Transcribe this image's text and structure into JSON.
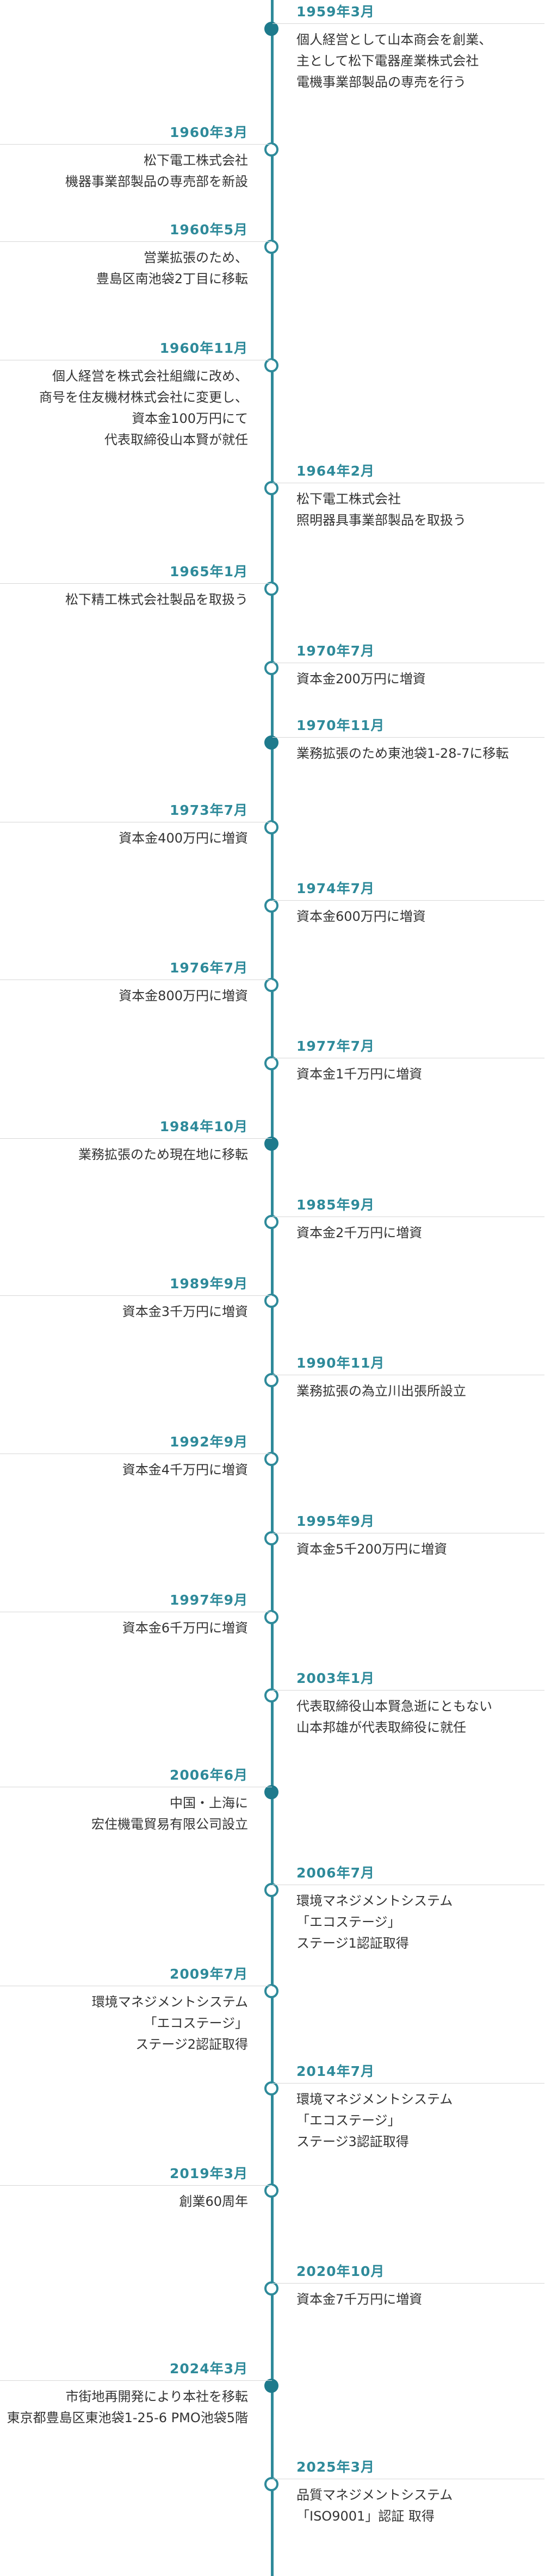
{
  "colors": {
    "accent": "#2e8a9a",
    "node_filled": "#1e7a8c",
    "rule": "#d7d7d7",
    "text": "#333333"
  },
  "events": [
    {
      "date": "1959年3月",
      "side": "right",
      "filled": true,
      "lines": [
        "個人経営として山本商会を創業、",
        "主として松下電器産業株式会社",
        "電機事業部製品の専売を行う"
      ]
    },
    {
      "date": "1960年3月",
      "side": "left",
      "filled": false,
      "lines": [
        "松下電工株式会社",
        "機器事業部製品の専売部を新設"
      ]
    },
    {
      "date": "1960年5月",
      "side": "left",
      "filled": false,
      "lines": [
        "営業拡張のため、",
        "豊島区南池袋2丁目に移転"
      ]
    },
    {
      "date": "1960年11月",
      "side": "left",
      "filled": false,
      "lines": [
        "個人経営を株式会社組織に改め、",
        "商号を住友機材株式会社に変更し、",
        "資本金100万円にて",
        "代表取締役山本賢が就任"
      ]
    },
    {
      "date": "1964年2月",
      "side": "right",
      "filled": false,
      "lines": [
        "松下電工株式会社",
        "照明器具事業部製品を取扱う"
      ]
    },
    {
      "date": "1965年1月",
      "side": "left",
      "filled": false,
      "lines": [
        "松下精工株式会社製品を取扱う"
      ]
    },
    {
      "date": "1970年7月",
      "side": "right",
      "filled": false,
      "lines": [
        "資本金200万円に増資"
      ]
    },
    {
      "date": "1970年11月",
      "side": "right",
      "filled": true,
      "lines": [
        "業務拡張のため東池袋1-28-7に移転"
      ]
    },
    {
      "date": "1973年7月",
      "side": "left",
      "filled": false,
      "lines": [
        "資本金400万円に増資"
      ]
    },
    {
      "date": "1974年7月",
      "side": "right",
      "filled": false,
      "lines": [
        "資本金600万円に増資"
      ]
    },
    {
      "date": "1976年7月",
      "side": "left",
      "filled": false,
      "lines": [
        "資本金800万円に増資"
      ]
    },
    {
      "date": "1977年7月",
      "side": "right",
      "filled": false,
      "lines": [
        "資本金1千万円に増資"
      ]
    },
    {
      "date": "1984年10月",
      "side": "left",
      "filled": true,
      "lines": [
        "業務拡張のため現在地に移転"
      ]
    },
    {
      "date": "1985年9月",
      "side": "right",
      "filled": false,
      "lines": [
        "資本金2千万円に増資"
      ]
    },
    {
      "date": "1989年9月",
      "side": "left",
      "filled": false,
      "lines": [
        "資本金3千万円に増資"
      ]
    },
    {
      "date": "1990年11月",
      "side": "right",
      "filled": false,
      "lines": [
        "業務拡張の為立川出張所設立"
      ]
    },
    {
      "date": "1992年9月",
      "side": "left",
      "filled": false,
      "lines": [
        "資本金4千万円に増資"
      ]
    },
    {
      "date": "1995年9月",
      "side": "right",
      "filled": false,
      "lines": [
        "資本金5千200万円に増資"
      ]
    },
    {
      "date": "1997年9月",
      "side": "left",
      "filled": false,
      "lines": [
        "資本金6千万円に増資"
      ]
    },
    {
      "date": "2003年1月",
      "side": "right",
      "filled": false,
      "lines": [
        "代表取締役山本賢急逝にともない",
        "山本邦雄が代表取締役に就任"
      ]
    },
    {
      "date": "2006年6月",
      "side": "left",
      "filled": true,
      "lines": [
        "中国・上海に",
        "宏住機電貿易有限公司設立"
      ]
    },
    {
      "date": "2006年7月",
      "side": "right",
      "filled": false,
      "lines": [
        "環境マネジメントシステム",
        "「エコステージ」",
        "ステージ1認証取得"
      ]
    },
    {
      "date": "2009年7月",
      "side": "left",
      "filled": false,
      "lines": [
        "環境マネジメントシステム",
        "「エコステージ」",
        "ステージ2認証取得"
      ]
    },
    {
      "date": "2014年7月",
      "side": "right",
      "filled": false,
      "lines": [
        "環境マネジメントシステム",
        "「エコステージ」",
        "ステージ3認証取得"
      ]
    },
    {
      "date": "2019年3月",
      "side": "left",
      "filled": false,
      "lines": [
        "創業60周年"
      ]
    },
    {
      "date": "2020年10月",
      "side": "right",
      "filled": false,
      "lines": [
        "資本金7千万円に増資"
      ]
    },
    {
      "date": "2024年3月",
      "side": "left",
      "filled": true,
      "lines": [
        "市街地再開発により本社を移転",
        "東京都豊島区東池袋1-25-6 PMO池袋5階"
      ]
    },
    {
      "date": "2025年3月",
      "side": "right",
      "filled": false,
      "lines": [
        "品質マネジメントシステム",
        "「ISO9001」認証 取得"
      ]
    }
  ]
}
